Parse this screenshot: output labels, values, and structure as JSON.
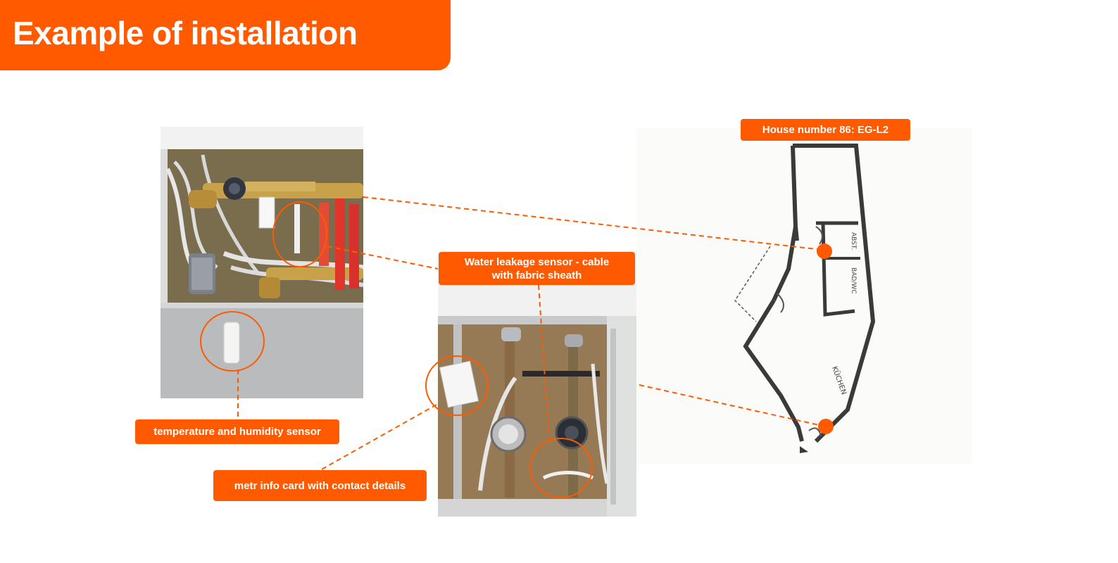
{
  "page": {
    "title": "Example of installation"
  },
  "labels": {
    "temp_humidity": "temperature and humidity sensor",
    "metr_card": "metr info card with contact details",
    "leak_sensor_line1": "Water leakage sensor - cable",
    "leak_sensor_line2": "with fabric sheath",
    "house_number": "House number 86: EG-L2"
  },
  "floorplan": {
    "room_abst": "ABST.",
    "room_bad_wc": "BAD/WC",
    "room_kuchen": "KÜCHEN"
  },
  "colors": {
    "accent": "#ff5a00",
    "white": "#ffffff"
  }
}
